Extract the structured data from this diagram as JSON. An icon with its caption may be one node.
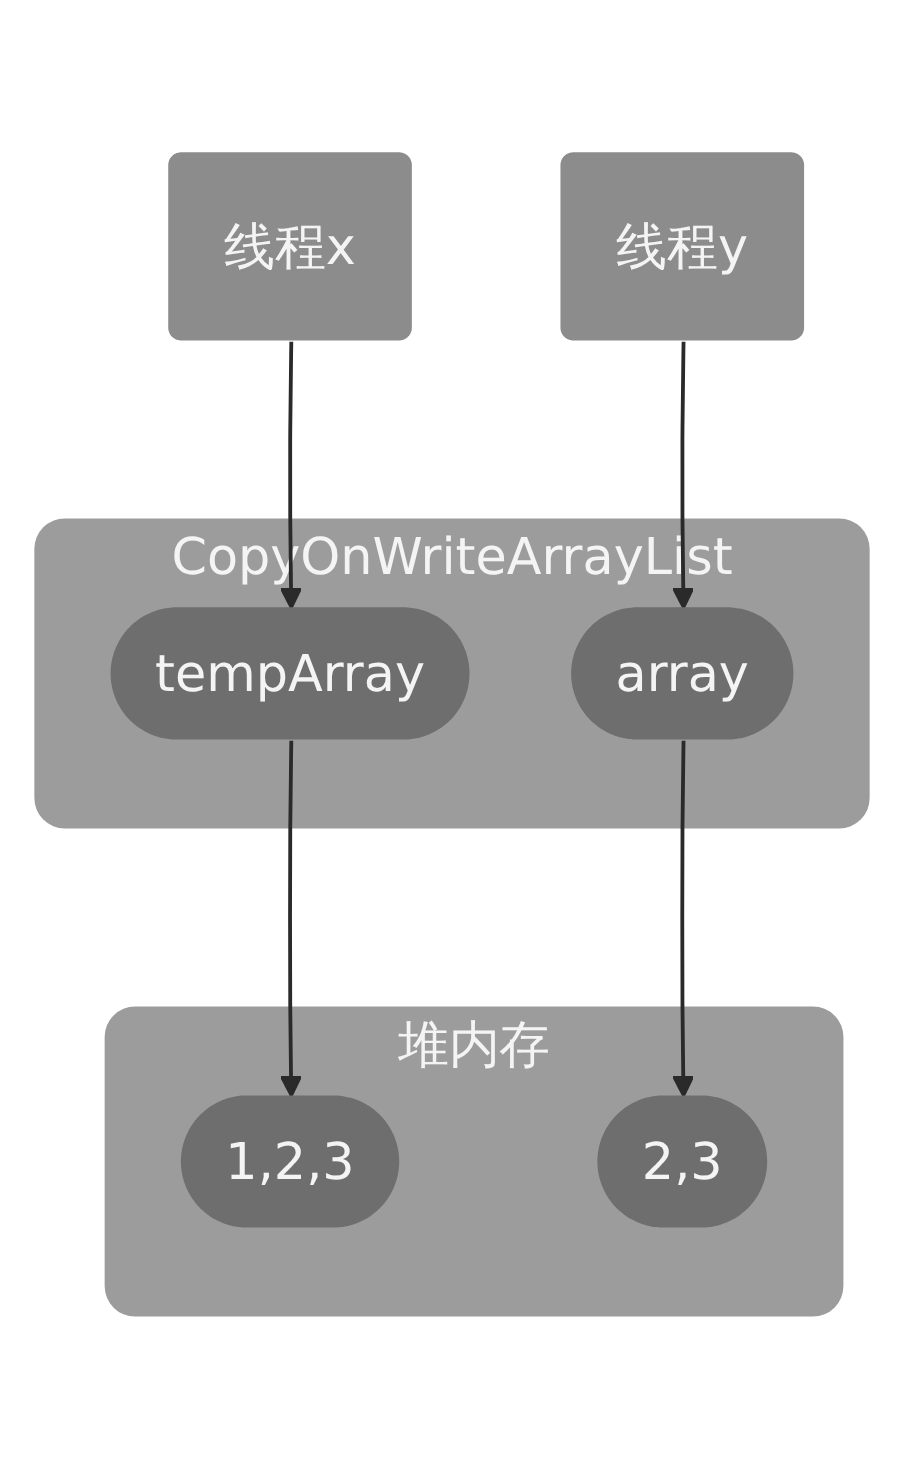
{
  "diagram": {
    "nodes": [
      {
        "text": [
          "线程x"
        ]
      },
      {
        "text": [
          "线程y"
        ]
      },
      {
        "text": [
          "CopyOnWriteArrayList"
        ]
      },
      {
        "text": [
          "tempArray"
        ],
        "in": 2
      },
      {
        "text": [
          "array"
        ],
        "in": 2
      },
      {
        "text": [
          "堆内存"
        ]
      },
      {
        "text": [
          "1,2,3"
        ],
        "in": 5
      },
      {
        "text": [
          "2,3"
        ],
        "in": 5
      }
    ],
    "edges": [
      {
        "from": 0,
        "to": 3,
        "arrow": "to"
      },
      {
        "from": 1,
        "to": 4,
        "arrow": "to"
      },
      {
        "from": 3,
        "to": 6,
        "arrow": "to"
      },
      {
        "from": 4,
        "to": 7,
        "arrow": "to"
      }
    ]
  }
}
